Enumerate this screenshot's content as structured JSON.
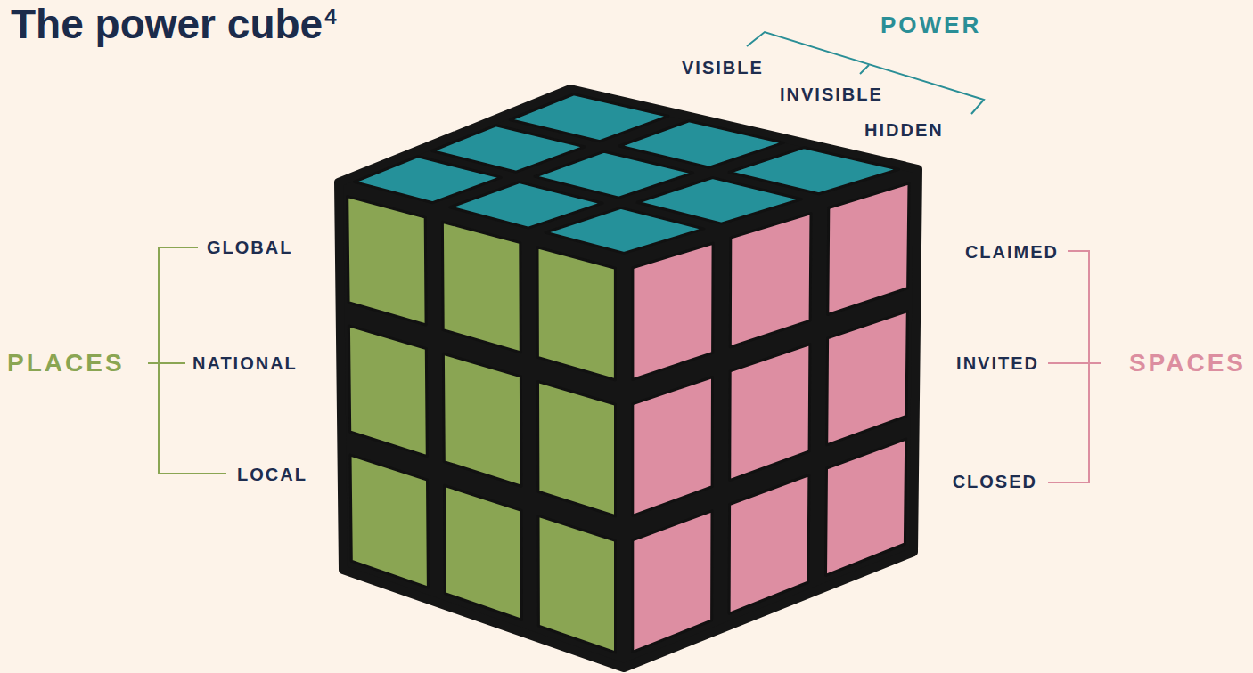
{
  "diagram": {
    "title": "The power cube",
    "labels": [
      "4",
      "POWER",
      "VISIBLE",
      "INVISIBLE",
      "HIDDEN",
      "PLACES",
      "GLOBAL",
      "NATIONAL",
      "LOCAL",
      "SPACES",
      "CLAIMED",
      "INVITED",
      "CLOSED"
    ]
  }
}
